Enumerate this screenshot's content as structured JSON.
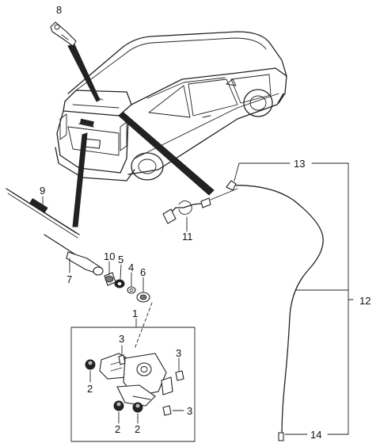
{
  "callouts": {
    "c1": "1",
    "c2a": "2",
    "c2b": "2",
    "c2c": "2",
    "c3a": "3",
    "c3b": "3",
    "c3c": "3",
    "c4": "4",
    "c5": "5",
    "c6": "6",
    "c7": "7",
    "c8": "8",
    "c9": "9",
    "c10": "10",
    "c11": "11",
    "c12": "12",
    "c13": "13",
    "c14": "14"
  }
}
